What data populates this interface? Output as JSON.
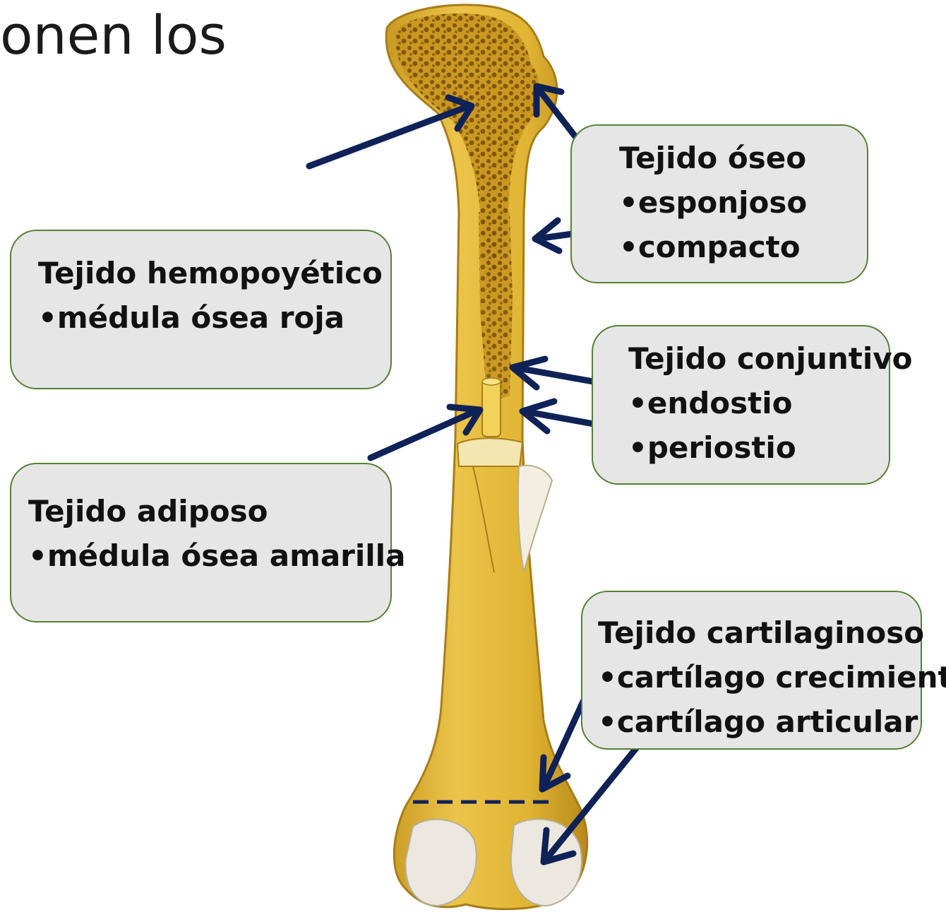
{
  "slide": {
    "title_fragment": "onen los"
  },
  "colors": {
    "bone": "#e2b838",
    "bone_dark": "#b98a1c",
    "spongy": "#9c6e15",
    "cartilage": "#ece8df",
    "arrow": "#0f2257",
    "box_fill": "#e6e6e6",
    "box_border": "#548235"
  },
  "boxes": {
    "oseo": {
      "title": "Tejido óseo",
      "items": [
        "•esponjoso",
        "•compacto"
      ]
    },
    "hemo": {
      "title": "Tejido hemopoyético",
      "items": [
        "•médula ósea roja"
      ]
    },
    "conj": {
      "title": "Tejido conjuntivo",
      "items": [
        "•endostio",
        "•periostio"
      ]
    },
    "adip": {
      "title": "Tejido adiposo",
      "items": [
        "•médula ósea amarilla"
      ]
    },
    "cart": {
      "title": "Tejido cartilaginoso",
      "items": [
        "•cartílago crecimiento",
        "•cartílago articular"
      ]
    }
  }
}
